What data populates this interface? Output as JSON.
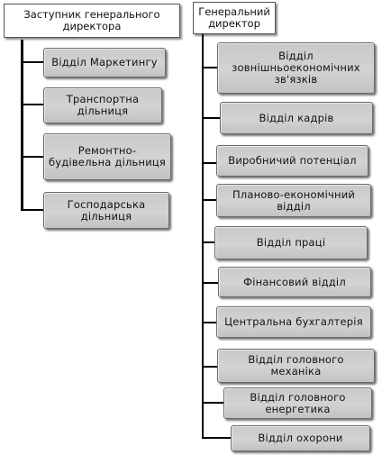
{
  "left_head": {
    "title": "Заступник генерального директора"
  },
  "left_departments": [
    "Відділ Маркетингу",
    "Транспортна дільниця",
    "Ремонтно-будівельна дільниця",
    "Господарська дільниця"
  ],
  "right_head": {
    "title": "Генеральний директор"
  },
  "right_departments": [
    "Відділ зовнішньоекономічних зв'язків",
    "Відділ кадрів",
    "Виробничий потенціал",
    "Планово-економічний відділ",
    "Відділ праці",
    "Фінансовий відділ",
    "Центральна бухгалтерія",
    "Відділ головного механіка",
    "Відділ головного енергетика",
    "Відділ охорони"
  ]
}
